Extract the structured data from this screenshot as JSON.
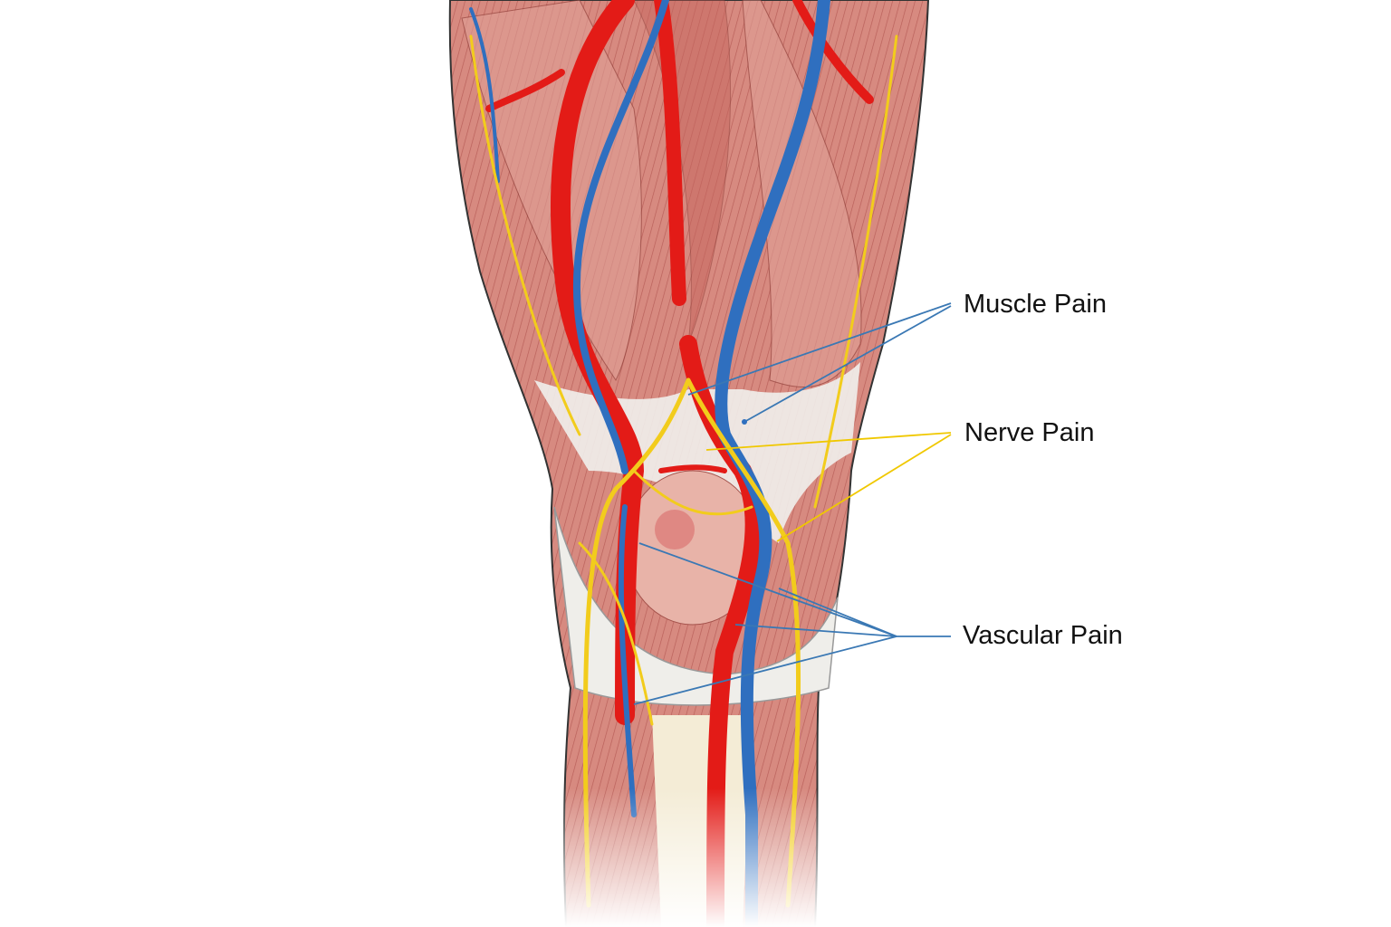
{
  "labels": {
    "muscle": "Muscle Pain",
    "nerve": "Nerve Pain",
    "vascular": "Vascular Pain"
  },
  "colors": {
    "muscle": "#c9756c",
    "artery": "#e31b17",
    "vein": "#2f6fbf",
    "nerve": "#f2cc1c",
    "tendon": "#eeeeea",
    "leader_blue": "#3a78b4",
    "leader_yellow": "#f0c800"
  }
}
